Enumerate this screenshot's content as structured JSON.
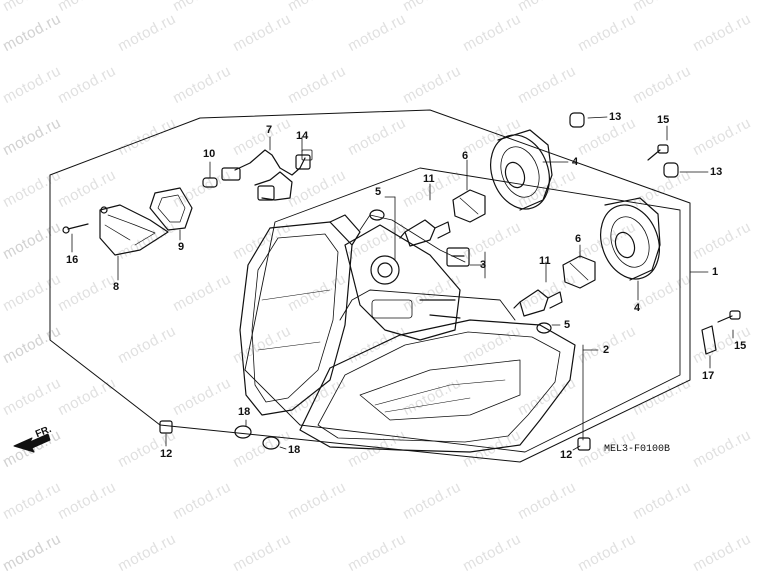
{
  "watermark": "motod.ru",
  "diagram_code": "MEL3-F0100B",
  "front_marker": "FR.",
  "callouts": {
    "c1": "1",
    "c2": "2",
    "c3": "3",
    "c4a": "4",
    "c4b": "4",
    "c5a": "5",
    "c5b": "5",
    "c6a": "6",
    "c6b": "6",
    "c7": "7",
    "c8": "8",
    "c9": "9",
    "c10": "10",
    "c11a": "11",
    "c11b": "11",
    "c12a": "12",
    "c12b": "12",
    "c13a": "13",
    "c13b": "13",
    "c14": "14",
    "c15a": "15",
    "c15b": "15",
    "c16": "16",
    "c17": "17",
    "c18a": "18",
    "c18b": "18"
  }
}
